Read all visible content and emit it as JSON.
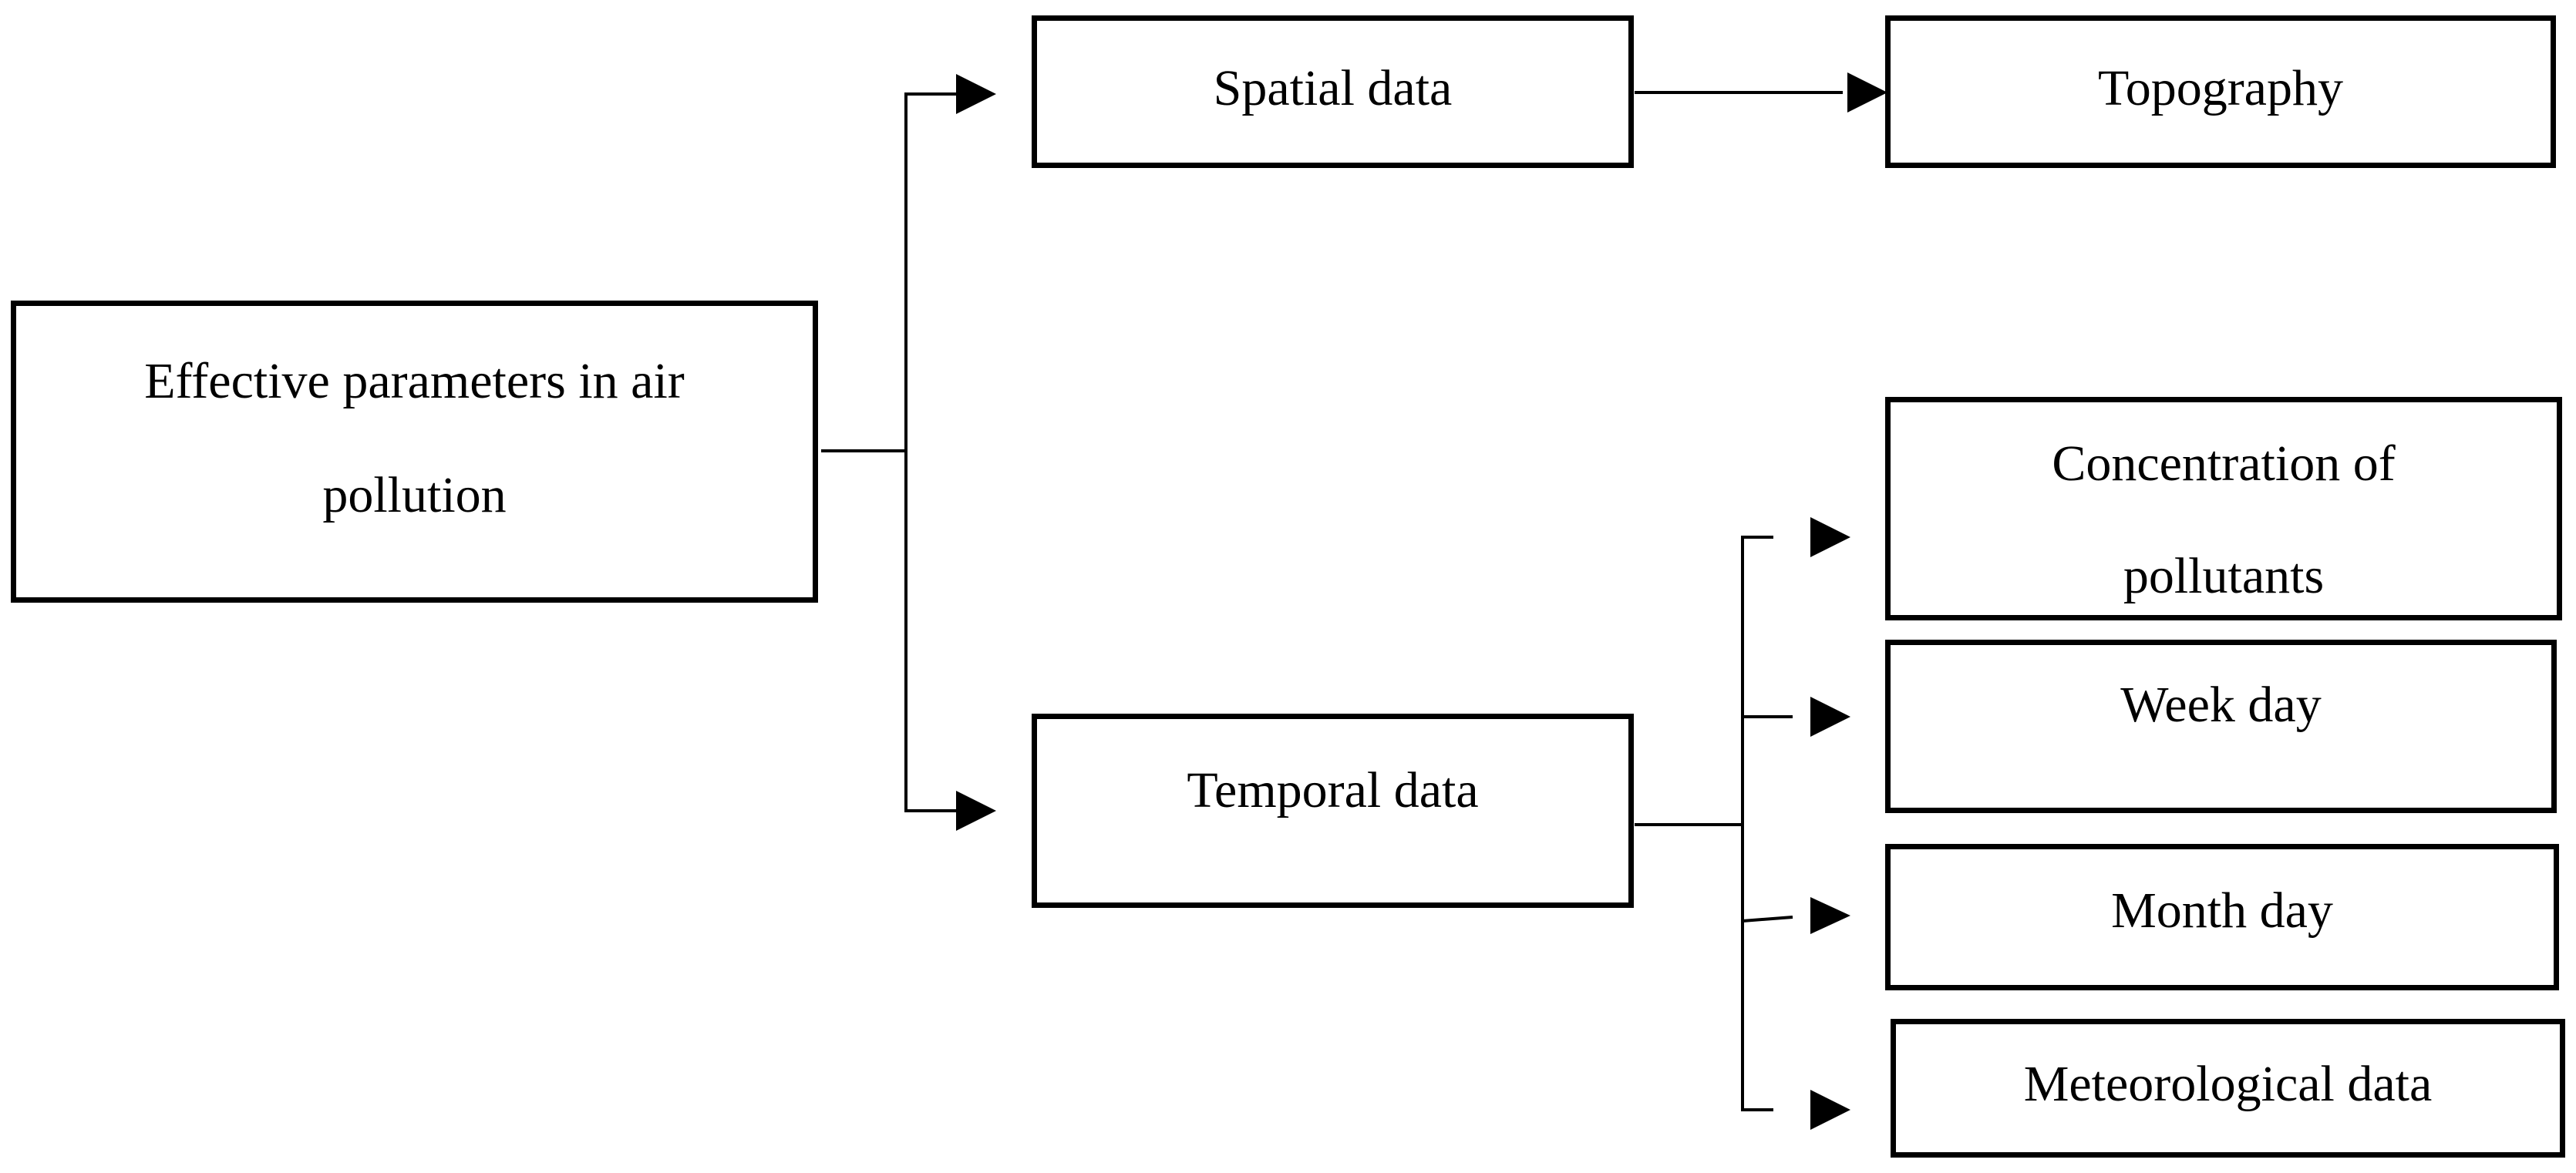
{
  "diagram": {
    "root": {
      "lines": [
        "Effective parameters in air",
        "pollution"
      ]
    },
    "spatial": {
      "label": "Spatial data",
      "children": [
        {
          "label": "Topography"
        }
      ]
    },
    "temporal": {
      "label": "Temporal data",
      "children": [
        {
          "lines": [
            "Concentration of",
            "pollutants"
          ]
        },
        {
          "label": "Week day"
        },
        {
          "label": "Month day"
        },
        {
          "label": "Meteorological data"
        }
      ]
    }
  }
}
